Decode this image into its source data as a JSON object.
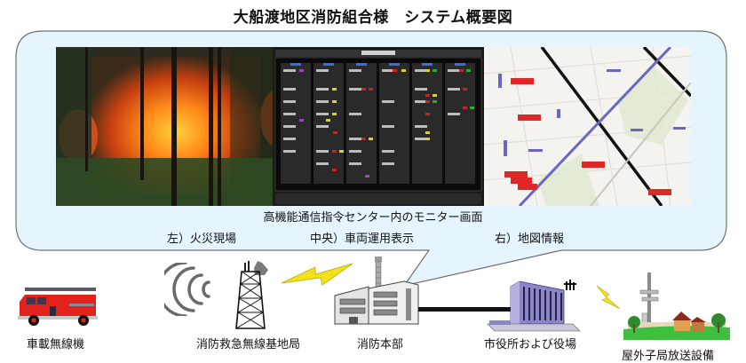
{
  "title": "大船渡地区消防組合様　システム概要図",
  "bubble": {
    "fill": "#e6f4fd",
    "border": "#707070",
    "caption_main": "高機能通信指令センター内のモニター画面",
    "captions": [
      {
        "label": "左）火災現場"
      },
      {
        "label": "中央）車両運用表示"
      },
      {
        "label": "右）地図情報"
      }
    ],
    "images": [
      {
        "name": "fire-scene-photo"
      },
      {
        "name": "vehicle-operation-display"
      },
      {
        "name": "map-information"
      }
    ]
  },
  "nodes": [
    {
      "label": "車載無線機",
      "icon": "fire-truck-icon"
    },
    {
      "label": "消防救急無線基地局",
      "icon": "radio-tower-icon"
    },
    {
      "label": "消防本部",
      "icon": "fire-headquarters-building-icon"
    },
    {
      "label": "市役所および役場",
      "icon": "city-hall-building-icon"
    },
    {
      "label": "屋外子局放送設備",
      "icon": "outdoor-speaker-station-icon"
    }
  ],
  "colors": {
    "lightning": "#f2e21a",
    "truck_red": "#e3221c",
    "building_purple": "#8a86c8",
    "grass_green": "#3fbf3f"
  }
}
